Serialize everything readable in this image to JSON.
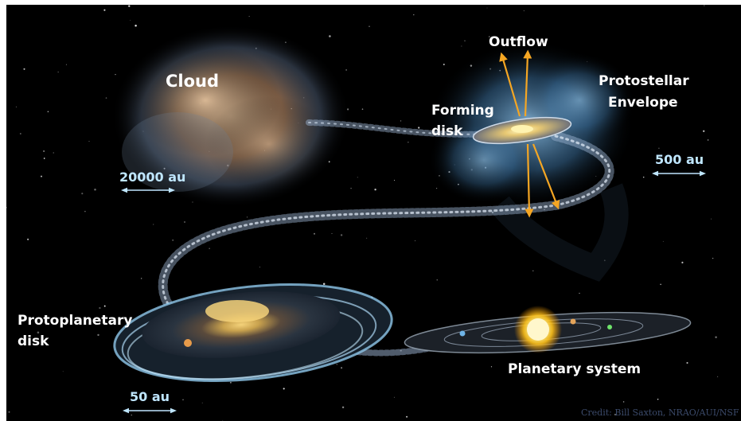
{
  "labels": {
    "cloud": "Cloud",
    "outflow": "Outflow",
    "protostellar_envelope_line1": "Protostellar",
    "protostellar_envelope_line2": "Envelope",
    "forming_disk_line1": "Forming",
    "forming_disk_line2": "disk",
    "protoplanetary_disk_line1": "Protoplanetary",
    "protoplanetary_disk_line2": "disk",
    "planetary_system": "Planetary system"
  },
  "scales": {
    "cloud": "20000 au",
    "envelope": "500 au",
    "disk": "50 au"
  },
  "credit": "Credit: Bill Saxton, NRAO/AUI/NSF",
  "colors": {
    "background": "#000000",
    "label_text": "#ffffff",
    "scale_text": "#bfe6ff",
    "outflow_arrow": "#f5a623",
    "stream": "#9fb8d8",
    "cloud": "#c9a07a",
    "envelope": "#4f86b3",
    "disk": "#a9d4f0",
    "star": "#ffd84a"
  }
}
